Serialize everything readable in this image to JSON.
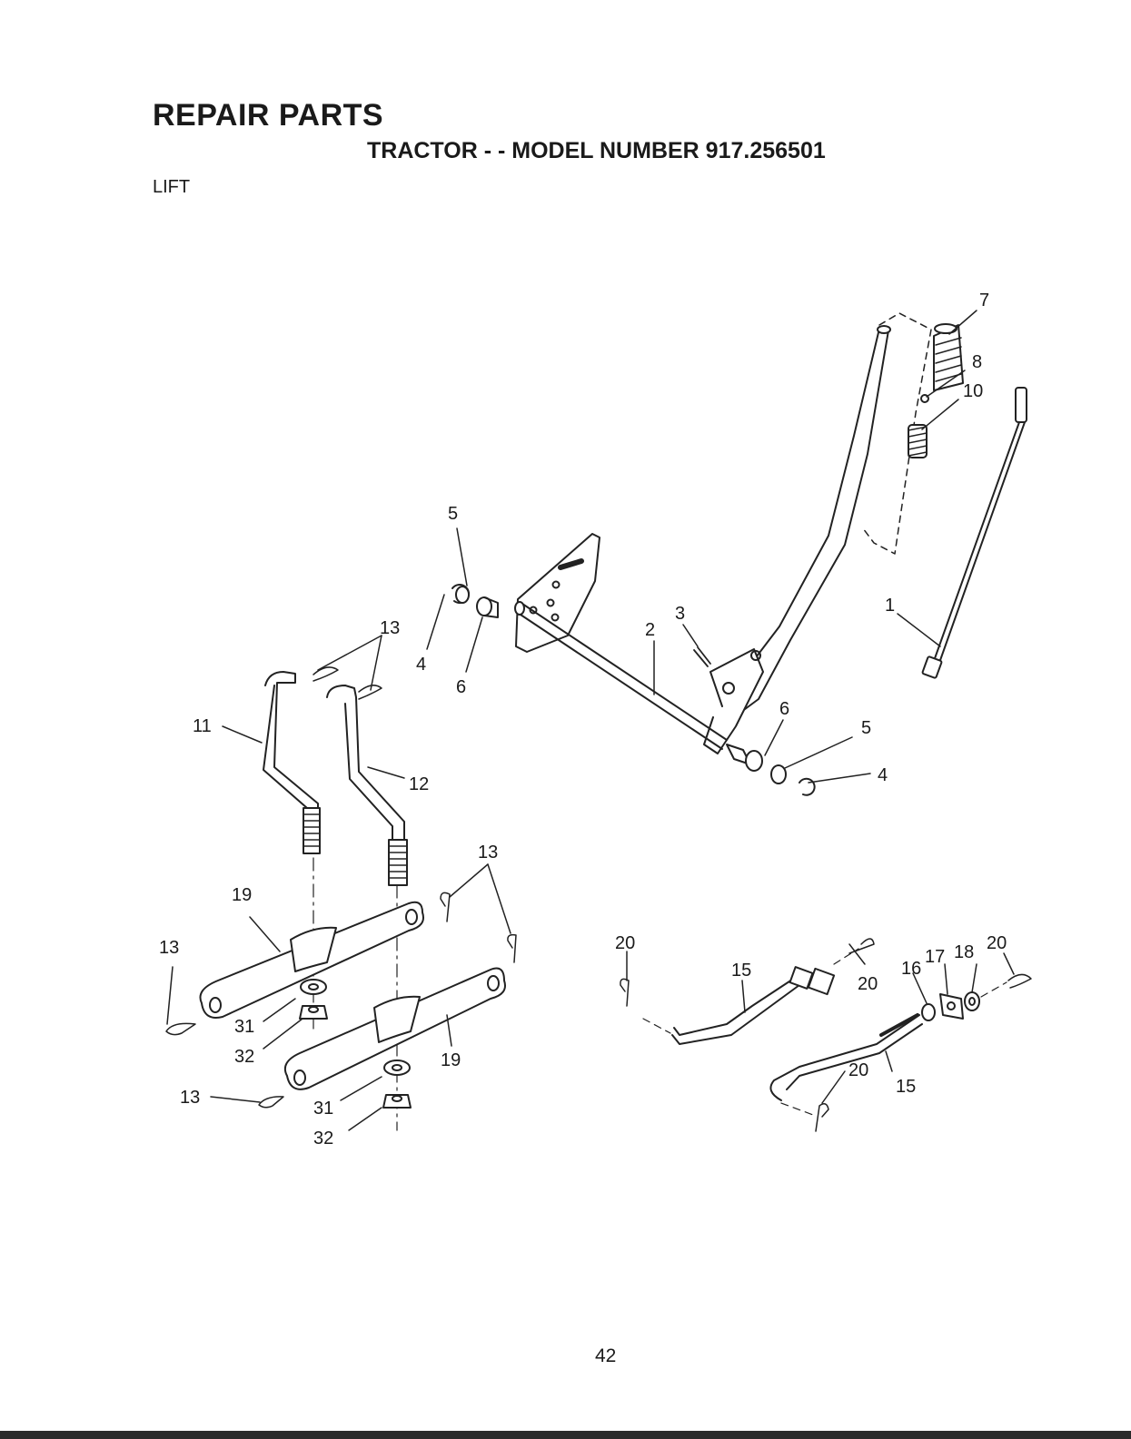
{
  "header": {
    "title": "REPAIR PARTS",
    "subtitle": "TRACTOR - - MODEL NUMBER 917.256501",
    "section": "LIFT"
  },
  "footer": {
    "page_number": "42"
  },
  "diagram": {
    "callouts": [
      {
        "id": "c7",
        "text": "7"
      },
      {
        "id": "c8",
        "text": "8"
      },
      {
        "id": "c10",
        "text": "10"
      },
      {
        "id": "c1",
        "text": "1"
      },
      {
        "id": "c5a",
        "text": "5"
      },
      {
        "id": "c4a",
        "text": "4"
      },
      {
        "id": "c6a",
        "text": "6"
      },
      {
        "id": "c3",
        "text": "3"
      },
      {
        "id": "c2",
        "text": "2"
      },
      {
        "id": "c6b",
        "text": "6"
      },
      {
        "id": "c5b",
        "text": "5"
      },
      {
        "id": "c4b",
        "text": "4"
      },
      {
        "id": "c13a",
        "text": "13"
      },
      {
        "id": "c11",
        "text": "11"
      },
      {
        "id": "c12",
        "text": "12"
      },
      {
        "id": "c13b",
        "text": "13"
      },
      {
        "id": "c19a",
        "text": "19"
      },
      {
        "id": "c13c",
        "text": "13"
      },
      {
        "id": "c31a",
        "text": "31"
      },
      {
        "id": "c32a",
        "text": "32"
      },
      {
        "id": "c19b",
        "text": "19"
      },
      {
        "id": "c13d",
        "text": "13"
      },
      {
        "id": "c31b",
        "text": "31"
      },
      {
        "id": "c32b",
        "text": "32"
      },
      {
        "id": "c20a",
        "text": "20"
      },
      {
        "id": "c15a",
        "text": "15"
      },
      {
        "id": "c20b",
        "text": "20"
      },
      {
        "id": "c16",
        "text": "16"
      },
      {
        "id": "c17",
        "text": "17"
      },
      {
        "id": "c18",
        "text": "18"
      },
      {
        "id": "c20c",
        "text": "20"
      },
      {
        "id": "c20d",
        "text": "20"
      },
      {
        "id": "c15b",
        "text": "15"
      }
    ]
  }
}
